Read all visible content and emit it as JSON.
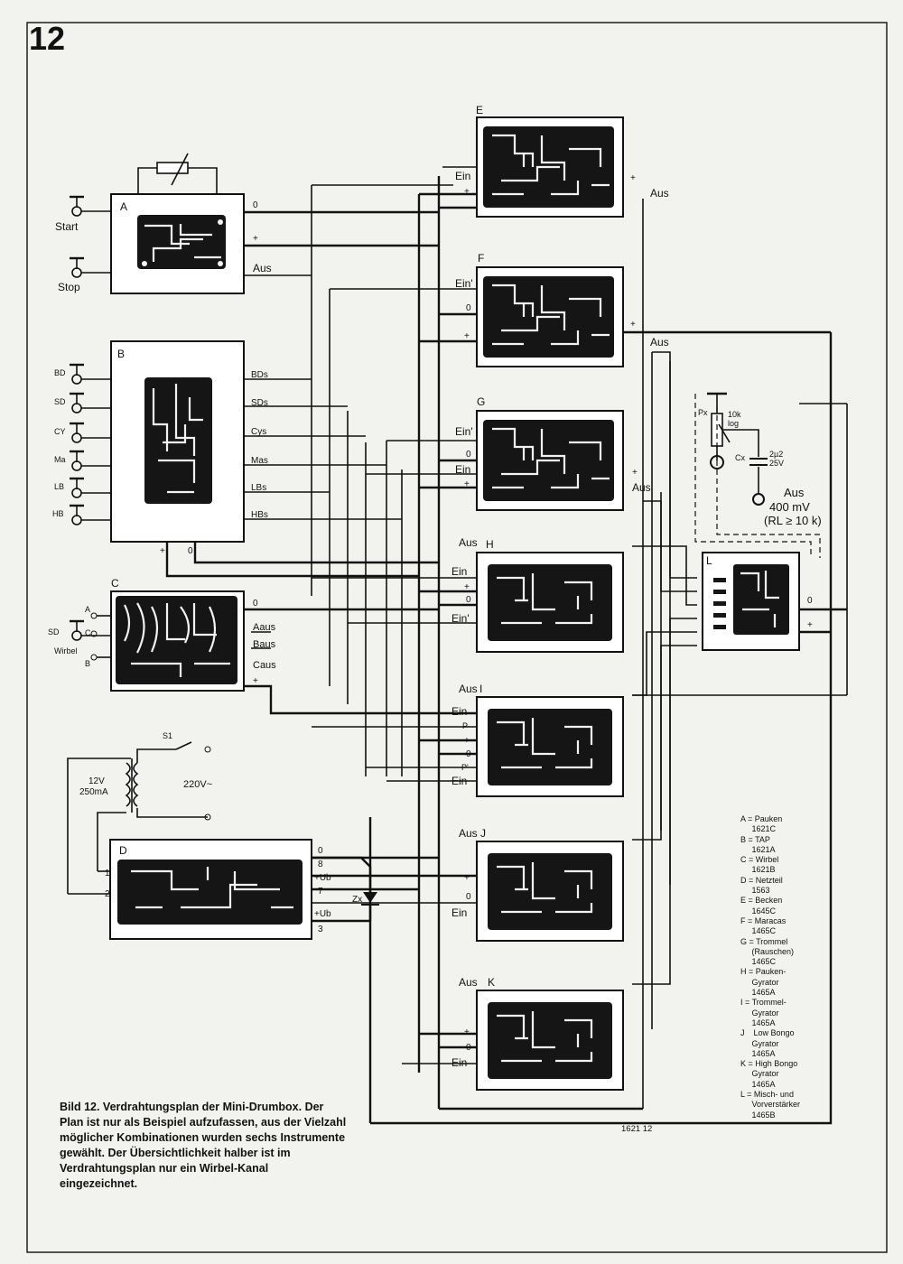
{
  "figure_number": "12",
  "caption": "Bild 12. Verdrahtungsplan der Mini-Drumbox. Der Plan ist nur als Beispiel aufzufassen, aus der Vielzahl möglicher Kombinationen wurden sechs Instrumente gewählt. Der Übersichtlichkeit halber ist im Verdrahtungsplan nur ein Wirbel-Kanal eingezeichnet.",
  "figure_code": "1621 12",
  "modules": {
    "A": "A",
    "B": "B",
    "C": "C",
    "D": "D",
    "E": "E",
    "F": "F",
    "G": "G",
    "H": "H",
    "I": "I",
    "J": "J",
    "K": "K",
    "L": "L"
  },
  "switches": {
    "start": "Start",
    "stop": "Stop",
    "bd": "BD",
    "sd": "SD",
    "cy": "CY",
    "ma": "Ma",
    "lb": "LB",
    "hb": "HB",
    "sd_wirbel_top": "SD",
    "sd_wirbel_bottom": "Wirbel",
    "a": "A",
    "c": "C",
    "b": "B",
    "s1": "S1"
  },
  "ports": {
    "zero": "0",
    "plus": "+",
    "aus": "Aus",
    "ein": "Ein",
    "ein_prime": "Ein'",
    "p": "P",
    "p_prime": "P'",
    "bds": "BDs",
    "sds": "SDs",
    "cys": "Cys",
    "mas": "Mas",
    "lbs": "LBs",
    "hbs": "HBs",
    "a_aus": "Aaus",
    "b_aus": "Baus",
    "c_aus": "Caus",
    "ub1": "+Ub",
    "ub2": "+Ub",
    "d8": "8",
    "d7": "7",
    "d3": "3",
    "d1": "1",
    "d2": "2"
  },
  "power": {
    "transformer": "12V\n250mA",
    "mains": "220V~",
    "zener": "Zx"
  },
  "output_stage": {
    "pot": "Px",
    "pot_value": "10k\nlog",
    "cap": "Cx",
    "cap_value": "2µ2\n25V",
    "out_title": "Aus",
    "out_level": "400 mV",
    "out_load": "(RL ≥ 10 k)"
  },
  "legend": [
    "A = Pauken\n     1621C",
    "B = TAP\n     1621A",
    "C = Wirbel\n     1621B",
    "D = Netzteil\n     1563",
    "E = Becken\n     1645C",
    "F = Maracas\n     1465C",
    "G = Trommel\n     (Rauschen)\n     1465C",
    "H = Pauken-\n     Gyrator\n     1465A",
    "I = Trommel-\n     Gyrator\n     1465A",
    "J    Low Bongo\n     Gyrator\n     1465A",
    "K = High Bongo\n     Gyrator\n     1465A",
    "L = Misch- und\n     Vorverstärker\n     1465B"
  ]
}
